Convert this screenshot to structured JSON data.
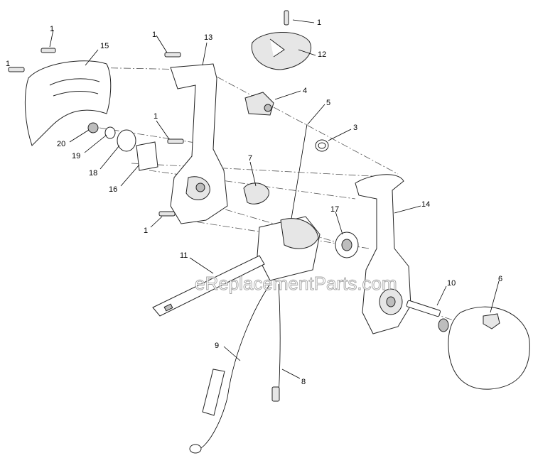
{
  "watermark": "eReplacementParts.com",
  "callouts": [
    {
      "id": "c-1a",
      "label": "1"
    },
    {
      "id": "c-1b",
      "label": "1"
    },
    {
      "id": "c-1c",
      "label": "1"
    },
    {
      "id": "c-1d",
      "label": "1"
    },
    {
      "id": "c-1e",
      "label": "1"
    },
    {
      "id": "c-1f",
      "label": "1"
    },
    {
      "id": "c-3",
      "label": "3"
    },
    {
      "id": "c-4",
      "label": "4"
    },
    {
      "id": "c-5",
      "label": "5"
    },
    {
      "id": "c-6",
      "label": "6"
    },
    {
      "id": "c-7",
      "label": "7"
    },
    {
      "id": "c-8",
      "label": "8"
    },
    {
      "id": "c-9",
      "label": "9"
    },
    {
      "id": "c-10",
      "label": "10"
    },
    {
      "id": "c-11",
      "label": "11"
    },
    {
      "id": "c-12",
      "label": "12"
    },
    {
      "id": "c-13",
      "label": "13"
    },
    {
      "id": "c-14",
      "label": "14"
    },
    {
      "id": "c-15",
      "label": "15"
    },
    {
      "id": "c-16",
      "label": "16"
    },
    {
      "id": "c-17",
      "label": "17"
    },
    {
      "id": "c-18",
      "label": "18"
    },
    {
      "id": "c-19",
      "label": "19"
    },
    {
      "id": "c-20",
      "label": "20"
    }
  ]
}
